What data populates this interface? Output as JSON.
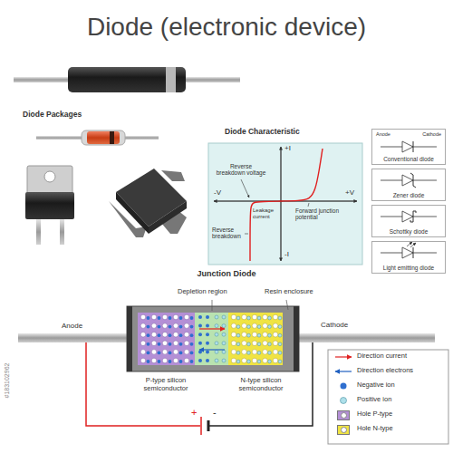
{
  "diagram": {
    "title": "Diode (electronic device)",
    "nodes": [
      {
        "text": [
          "Diode Characteristic"
        ]
      },
      {
        "text": [
          "Anode",
          "Cathode",
          "Conventional diode"
        ]
      },
      {
        "text": [
          "Zener diode"
        ]
      },
      {
        "text": [
          "Schottky diode"
        ]
      },
      {
        "text": [
          "Light emitting diode"
        ]
      }
    ],
    "labels": [
      "Diode Packages",
      "+I",
      "-V",
      "+V",
      "-I",
      "Reverse breakdown voltage",
      "Leakage current",
      "Forward junction potential",
      "Reverse breakdown",
      "Junction Diode",
      "Depletion region",
      "Resin enclosure",
      "Anode",
      "Cathode",
      "P-type silicon semiconductor",
      "N-type silicon semiconductor",
      "+",
      "-",
      "#183102962"
    ],
    "legend": [
      {
        "text": "Direction current"
      },
      {
        "text": "Direction electrons"
      },
      {
        "text": "Negative ion"
      },
      {
        "text": "Positive ion"
      },
      {
        "text": "Hole P-type",
        "color": "#b48fd6"
      },
      {
        "text": "Hole N-type",
        "color": "#f0e442"
      }
    ]
  }
}
